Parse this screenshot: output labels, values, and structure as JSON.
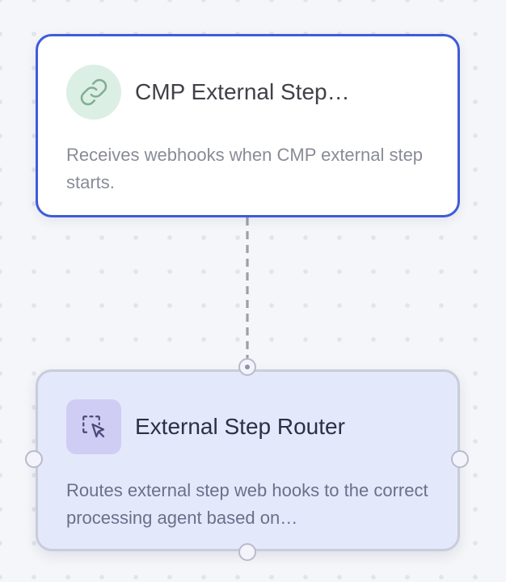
{
  "canvas": {
    "nodes": [
      {
        "kind": "trigger",
        "icon": "link-icon",
        "icon_color": "#7fae93",
        "accent_color": "#3f5bdb",
        "title": "CMP External Step…",
        "description": "Receives webhooks when CMP external step starts.",
        "selected": true
      },
      {
        "kind": "agent",
        "icon": "cursor-select-icon",
        "icon_color": "#4a4a7a",
        "accent_color": "#c9ccdb",
        "title": "External Step Router",
        "description": "Routes external step web hooks to the correct processing agent based on…",
        "selected": false
      }
    ],
    "edge": {
      "from": "CMP External Step…",
      "to": "External Step Router",
      "style": "dashed",
      "color": "#9c9fab"
    }
  }
}
